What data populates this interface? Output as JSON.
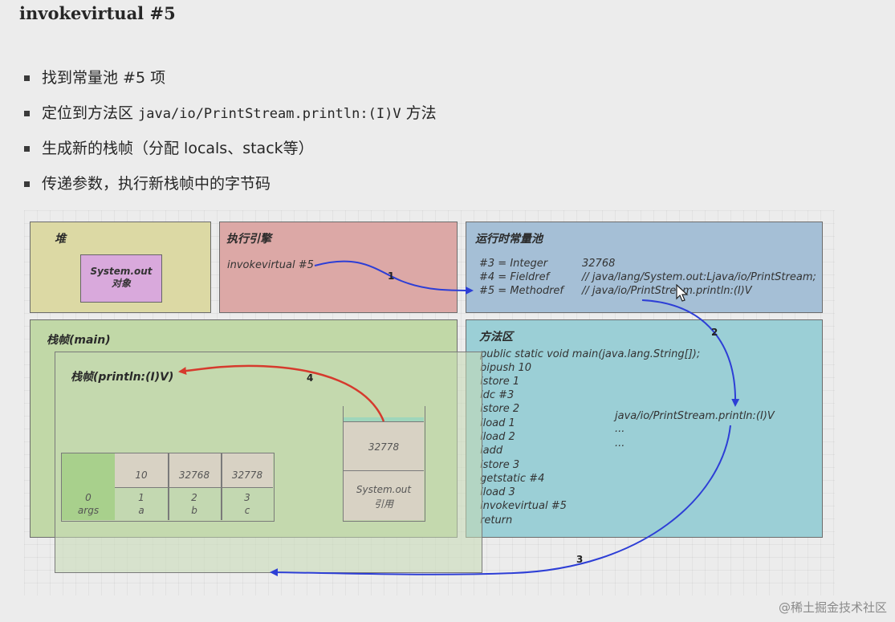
{
  "title": "invokevirtual #5",
  "bullets": {
    "b1": "找到常量池 #5 项",
    "b2_pre": "定位到方法区 ",
    "b2_code": "java/io/PrintStream.println:(I)V",
    "b2_post": " 方法",
    "b3": "生成新的栈帧（分配 locals、stack等）",
    "b4": "传递参数，执行新栈帧中的字节码"
  },
  "heap": {
    "title": "堆",
    "object_line1": "System.out",
    "object_line2": "对象"
  },
  "engine": {
    "title": "执行引擎",
    "instruction": "invokevirtual #5"
  },
  "pool": {
    "title": "运行时常量池",
    "rows": [
      {
        "key": "#3 = Integer",
        "value": "32768"
      },
      {
        "key": "#4 = Fieldref",
        "value": "// java/lang/System.out:Ljava/io/PrintStream;"
      },
      {
        "key": "#5 = Methodref",
        "value": "// java/io/PrintStream.println:(I)V"
      }
    ]
  },
  "main_frame": {
    "title": "栈帧(main)"
  },
  "println_frame": {
    "title": "栈帧(println:(I)V)"
  },
  "locals": {
    "values": [
      "",
      "10",
      "32768",
      "32778"
    ],
    "indices": [
      "0",
      "1",
      "2",
      "3"
    ],
    "names": [
      "args",
      "a",
      "b",
      "c"
    ]
  },
  "operand_stack": {
    "top": "32778",
    "bottom_line1": "System.out",
    "bottom_line2": "引用"
  },
  "method_area": {
    "title": "方法区",
    "code": [
      "public static void main(java.lang.String[]);",
      "bipush 10",
      "istore 1",
      "ldc #3",
      "istore 2",
      "iload 1",
      "iload 2",
      "iadd",
      "istore 3",
      "getstatic #4",
      "iload 3",
      "invokevirtual #5",
      "return"
    ],
    "println_sig": "java/io/PrintStream.println:(I)V",
    "ellipsis1": "...",
    "ellipsis2": "..."
  },
  "arrows": {
    "a1": "1",
    "a2": "2",
    "a3": "3",
    "a4": "4"
  },
  "colors": {
    "heap_bg": "#dcd9a4",
    "object_bg": "#d9a9dc",
    "engine_bg": "#dca8a6",
    "pool_bg": "#a5bfd6",
    "frame_bg": "#c1d8a7",
    "method_bg": "#9bcfd6",
    "arrow_blue": "#2d3ed6",
    "arrow_red": "#d63a2d"
  },
  "watermark": "@稀土掘金技术社区"
}
